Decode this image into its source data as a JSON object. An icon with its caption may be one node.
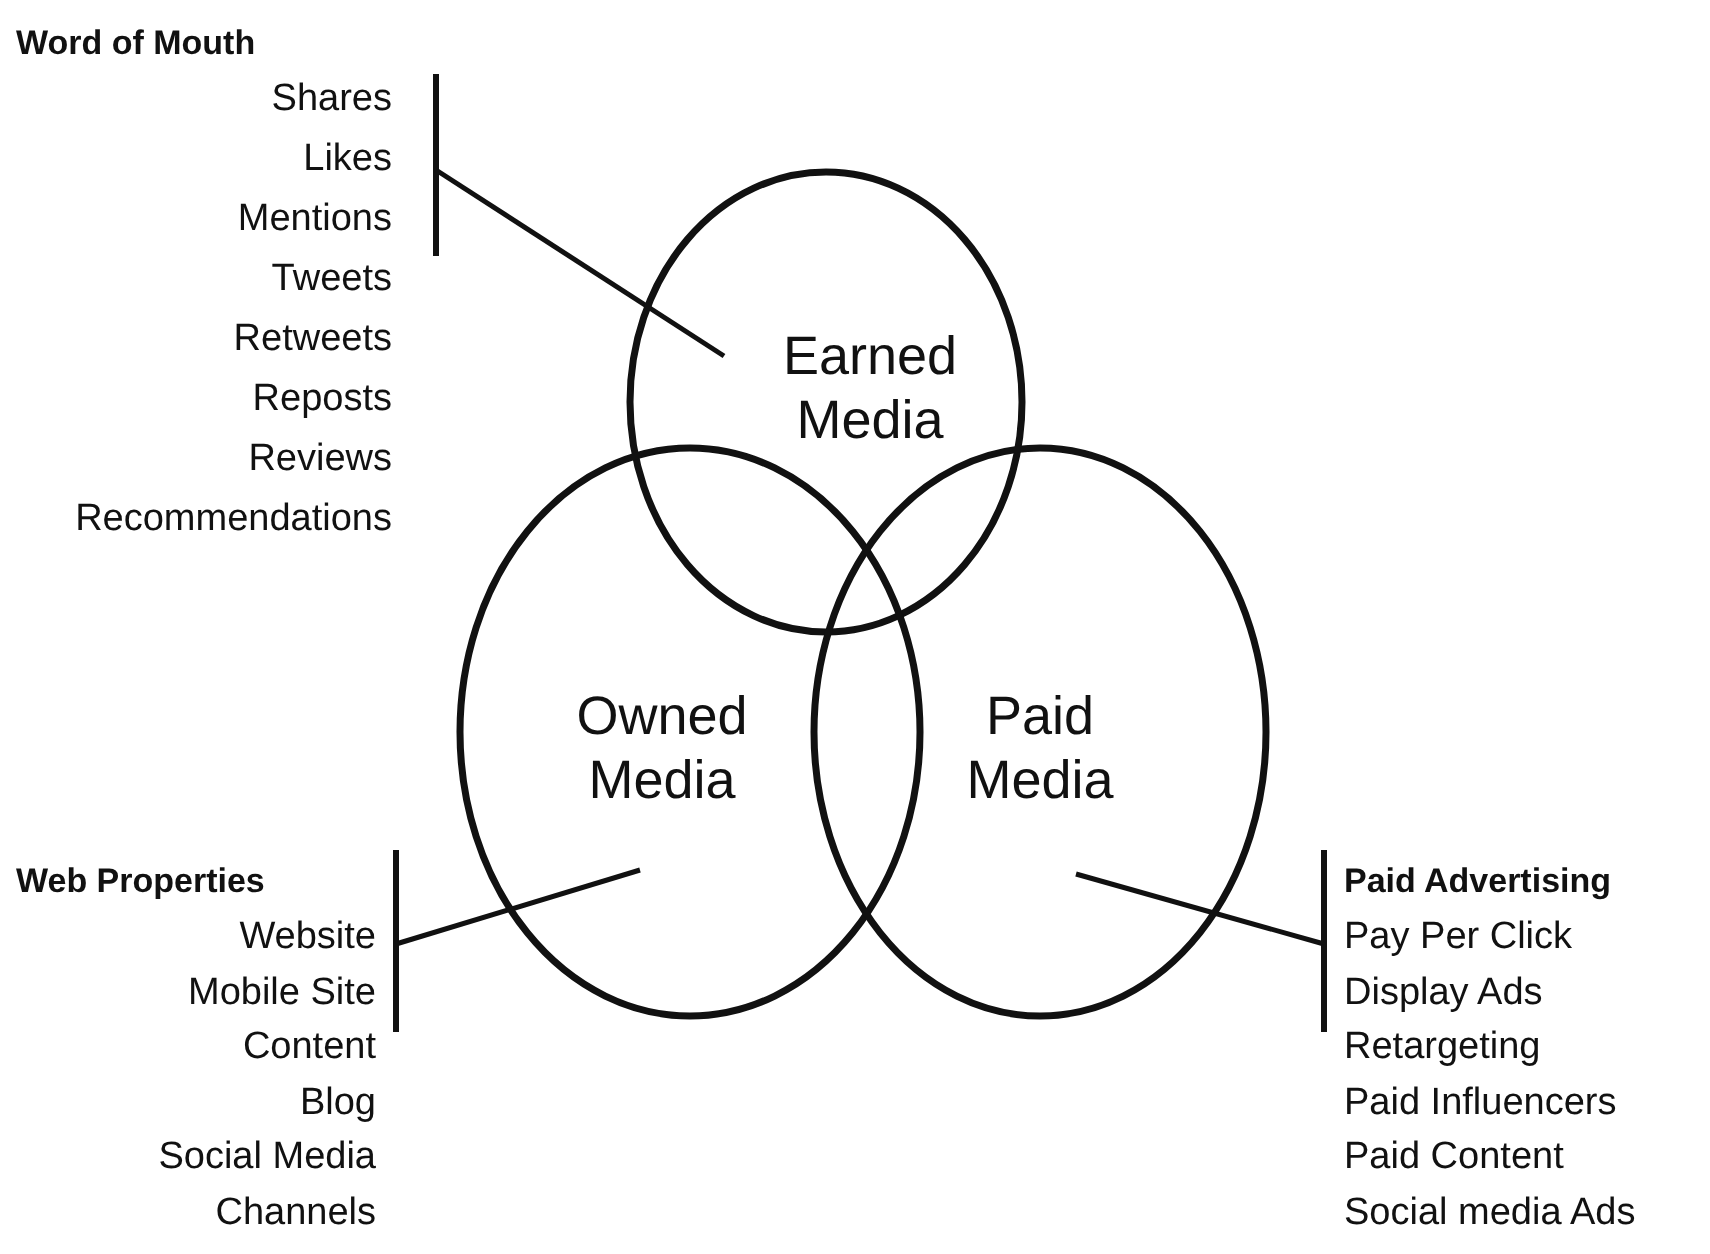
{
  "diagram": {
    "nodes": [
      {
        "text": [
          "Word of Mouth",
          "Shares",
          "Likes",
          "Mentions",
          "Tweets",
          "Retweets",
          "Reposts",
          "Reviews",
          "Recommendations"
        ]
      },
      {
        "text": [
          "Earned Media"
        ]
      },
      {
        "text": [
          "Owned Media"
        ]
      },
      {
        "text": [
          "Paid Media"
        ]
      },
      {
        "text": [
          "Web Properties",
          "Website",
          "Mobile Site",
          "Content",
          "Blog",
          "Social Media",
          "Channels"
        ]
      },
      {
        "text": [
          "Paid Advertising",
          "Pay Per Click",
          "Display Ads",
          "Retargeting",
          "Paid Influencers",
          "Paid Content",
          "Social media Ads"
        ]
      }
    ],
    "edges": [
      {
        "from": 0,
        "to": 1,
        "arrow": "none"
      },
      {
        "from": 4,
        "to": 2,
        "arrow": "none"
      },
      {
        "from": 5,
        "to": 3,
        "arrow": "none"
      }
    ]
  }
}
